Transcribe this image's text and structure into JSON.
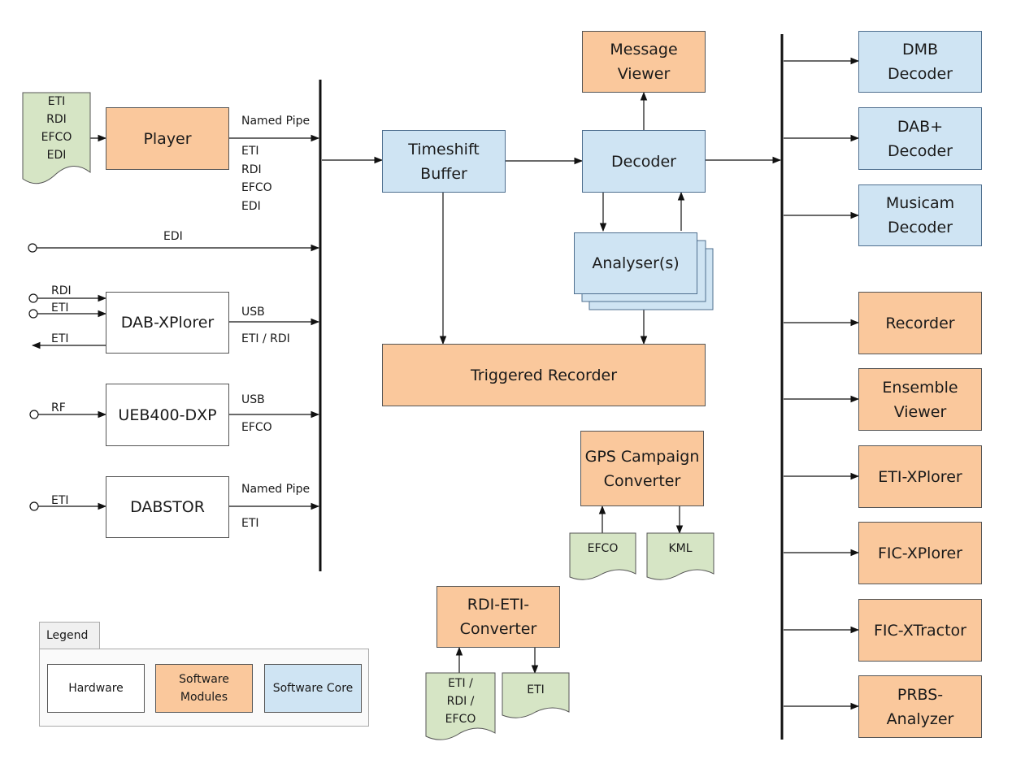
{
  "inputs": {
    "player_doc": "ETI\nRDI\nEFCO\nEDI",
    "player_named_pipe": "Named Pipe",
    "player_formats": "ETI\nRDI\nEFCO\nEDI",
    "edi_line": "EDI",
    "rdi_in": "RDI",
    "eti_in": "ETI",
    "eti_out": "ETI",
    "dabx_usb": "USB",
    "dabx_formats": "ETI / RDI",
    "rf_in": "RF",
    "ueb_usb": "USB",
    "ueb_formats": "EFCO",
    "dabstor_eti_in": "ETI",
    "dabstor_named_pipe": "Named Pipe",
    "dabstor_formats": "ETI"
  },
  "hardware": {
    "dab_xplorer": "DAB-XPlorer",
    "ueb400": "UEB400-DXP",
    "dabstor": "DABSTOR"
  },
  "core": {
    "timeshift": "Timeshift\nBuffer",
    "decoder": "Decoder",
    "analyser": "Analyser(s)",
    "dmb": "DMB\nDecoder",
    "dabplus": "DAB+\nDecoder",
    "musicam": "Musicam\nDecoder"
  },
  "modules": {
    "player": "Player",
    "message_viewer": "Message\nViewer",
    "triggered_recorder": "Triggered Recorder",
    "gps": "GPS Campaign\nConverter",
    "rdi_eti": "RDI-ETI-\nConverter",
    "recorder": "Recorder",
    "ensemble_viewer": "Ensemble\nViewer",
    "eti_xplorer": "ETI-XPlorer",
    "fic_xplorer": "FIC-XPlorer",
    "fic_xtractor": "FIC-XTractor",
    "prbs": "PRBS-\nAnalyzer"
  },
  "documents": {
    "efco": "EFCO",
    "kml": "KML",
    "eti_rdi_efco": "ETI /\nRDI /\nEFCO",
    "eti": "ETI"
  },
  "legend": {
    "title": "Legend",
    "hardware": "Hardware",
    "software_modules": "Software\nModules",
    "software_core": "Software Core"
  },
  "colors": {
    "software_modules": "#fac89c",
    "software_core": "#cfe4f3",
    "document": "#d6e5c5",
    "hardware": "#ffffff"
  }
}
